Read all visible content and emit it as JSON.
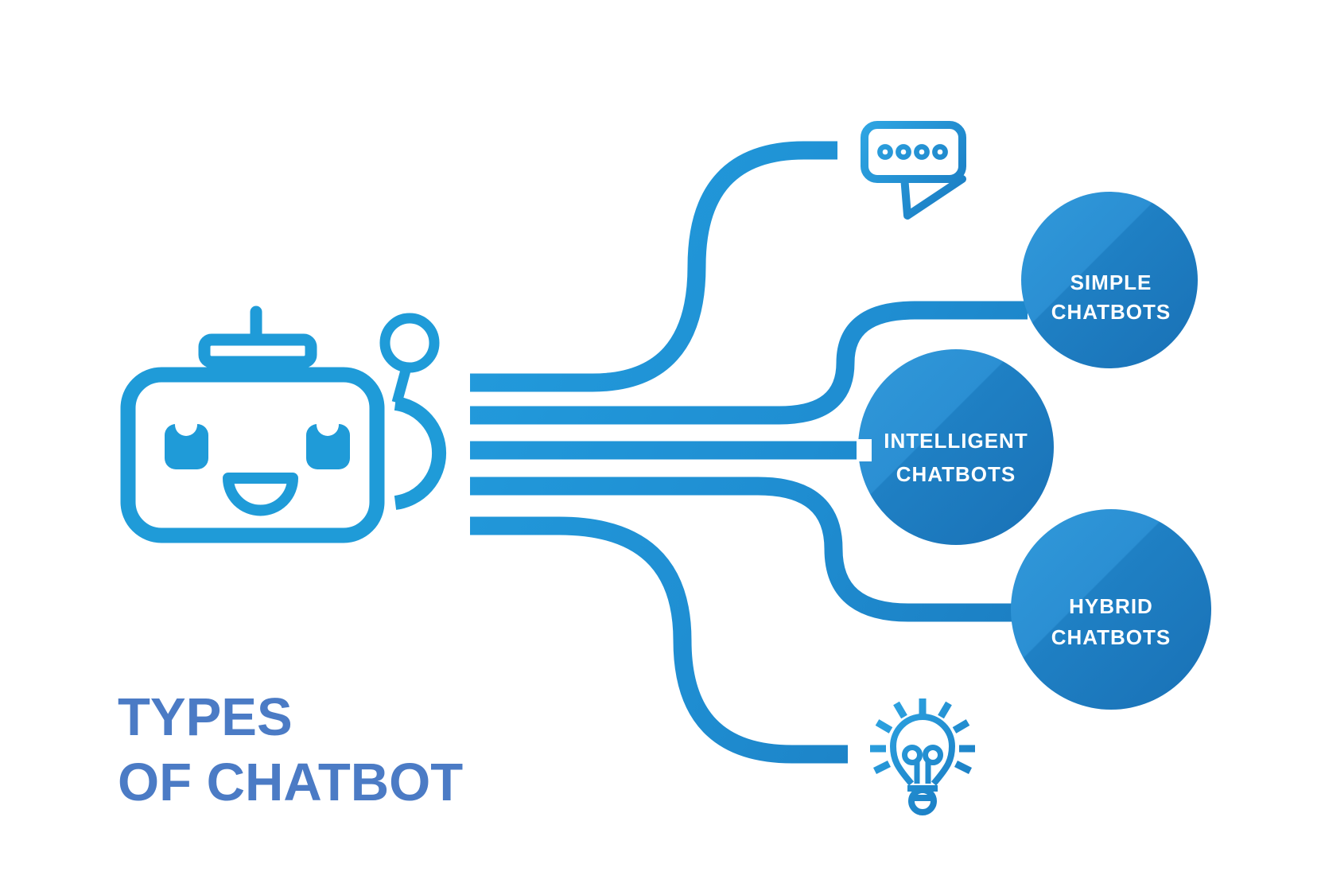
{
  "title": {
    "line1": "TYPES",
    "line2": "OF CHATBOT"
  },
  "branches": [
    {
      "id": "simple",
      "label_line1": "SIMPLE",
      "label_line2": "CHATBOTS"
    },
    {
      "id": "intelligent",
      "label_line1": "INTELLIGENT",
      "label_line2": "CHATBOTS"
    },
    {
      "id": "hybrid",
      "label_line1": "HYBRID",
      "label_line2": "CHATBOTS"
    }
  ],
  "icons": {
    "robot": "robot-icon",
    "speech_bubble": "speech-bubble-icon",
    "lightbulb": "lightbulb-icon"
  },
  "colors": {
    "background": "#ffffff",
    "robot": "#1f9bd8",
    "wire_start": "#229bdc",
    "wire_end": "#1b7ec2",
    "circle_light": "#3099da",
    "circle_dark": "#1971b6",
    "label_text": "#ffffff",
    "title_text": "#4b7bc5",
    "icon_light": "#2fa7e4",
    "icon_dark": "#1879c0"
  }
}
